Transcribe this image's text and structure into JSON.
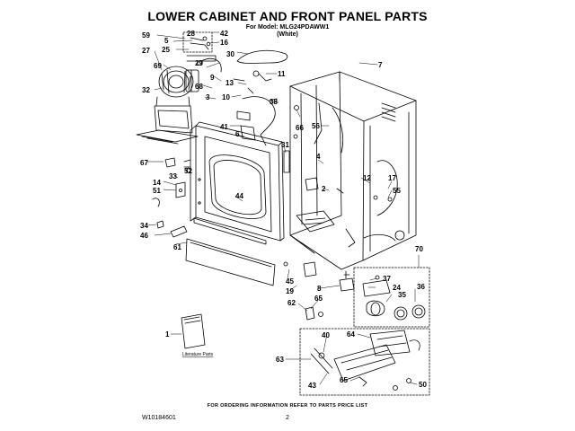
{
  "header": {
    "title": "LOWER CABINET AND FRONT PANEL PARTS",
    "model_line": "For Model: MLG24PDAWW1",
    "color_line": "(White)"
  },
  "footer": {
    "note": "FOR ORDERING INFORMATION REFER TO PARTS PRICE LIST",
    "doc_number": "W10184601",
    "page_number": "2"
  },
  "literature_label": "Literature Parts",
  "callouts": [
    {
      "id": "59",
      "text": "59"
    },
    {
      "id": "5",
      "text": "5"
    },
    {
      "id": "28",
      "text": "28"
    },
    {
      "id": "42",
      "text": "42"
    },
    {
      "id": "16",
      "text": "16"
    },
    {
      "id": "25",
      "text": "25"
    },
    {
      "id": "27",
      "text": "27"
    },
    {
      "id": "30",
      "text": "30"
    },
    {
      "id": "69",
      "text": "69"
    },
    {
      "id": "29",
      "text": "29"
    },
    {
      "id": "11",
      "text": "11"
    },
    {
      "id": "7",
      "text": "7"
    },
    {
      "id": "9",
      "text": "9"
    },
    {
      "id": "13",
      "text": "13"
    },
    {
      "id": "68",
      "text": "68"
    },
    {
      "id": "32",
      "text": "32"
    },
    {
      "id": "3",
      "text": "3"
    },
    {
      "id": "10",
      "text": "10"
    },
    {
      "id": "38",
      "text": "38"
    },
    {
      "id": "41",
      "text": "41"
    },
    {
      "id": "66",
      "text": "66"
    },
    {
      "id": "56",
      "text": "56"
    },
    {
      "id": "6",
      "text": "6"
    },
    {
      "id": "31",
      "text": "31"
    },
    {
      "id": "67",
      "text": "67"
    },
    {
      "id": "52",
      "text": "52"
    },
    {
      "id": "4",
      "text": "4"
    },
    {
      "id": "33",
      "text": "33"
    },
    {
      "id": "14",
      "text": "14"
    },
    {
      "id": "51",
      "text": "51"
    },
    {
      "id": "44",
      "text": "44"
    },
    {
      "id": "12",
      "text": "12"
    },
    {
      "id": "17",
      "text": "17"
    },
    {
      "id": "2",
      "text": "2"
    },
    {
      "id": "55",
      "text": "55"
    },
    {
      "id": "34",
      "text": "34"
    },
    {
      "id": "46",
      "text": "46"
    },
    {
      "id": "61",
      "text": "61"
    },
    {
      "id": "70",
      "text": "70"
    },
    {
      "id": "45",
      "text": "45"
    },
    {
      "id": "37",
      "text": "37"
    },
    {
      "id": "8",
      "text": "8"
    },
    {
      "id": "24",
      "text": "24"
    },
    {
      "id": "19",
      "text": "19"
    },
    {
      "id": "35",
      "text": "35"
    },
    {
      "id": "36",
      "text": "36"
    },
    {
      "id": "65a",
      "text": "65"
    },
    {
      "id": "62",
      "text": "62"
    },
    {
      "id": "1",
      "text": "1"
    },
    {
      "id": "40",
      "text": "40"
    },
    {
      "id": "64",
      "text": "64"
    },
    {
      "id": "63",
      "text": "63"
    },
    {
      "id": "43",
      "text": "43"
    },
    {
      "id": "65b",
      "text": "65"
    },
    {
      "id": "50",
      "text": "50"
    }
  ]
}
